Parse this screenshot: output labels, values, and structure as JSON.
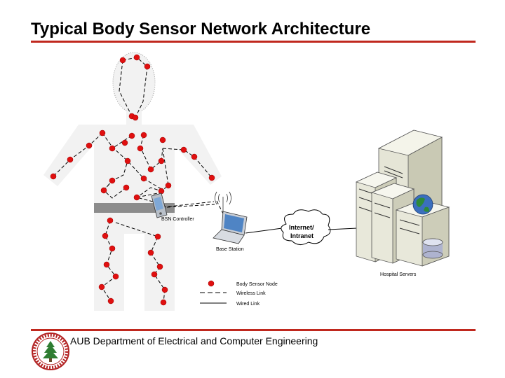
{
  "title": "Typical Body Sensor Network Architecture",
  "footer": "AUB Department of Electrical and Computer Engineering",
  "diagram": {
    "labels": {
      "controller": "BSN Controller",
      "base_station": "Base Station",
      "cloud_line1": "Internet/",
      "cloud_line2": "Intranet",
      "servers": "Hospital Servers"
    },
    "legend": {
      "node": "Body Sensor Node",
      "wireless": "Wireless Link",
      "wired": "Wired Link"
    }
  },
  "colors": {
    "accent_rule": "#c0281e",
    "sensor_node": "#e01010",
    "body_fill": "#f2f2f2",
    "belt": "#8c8c8c"
  }
}
